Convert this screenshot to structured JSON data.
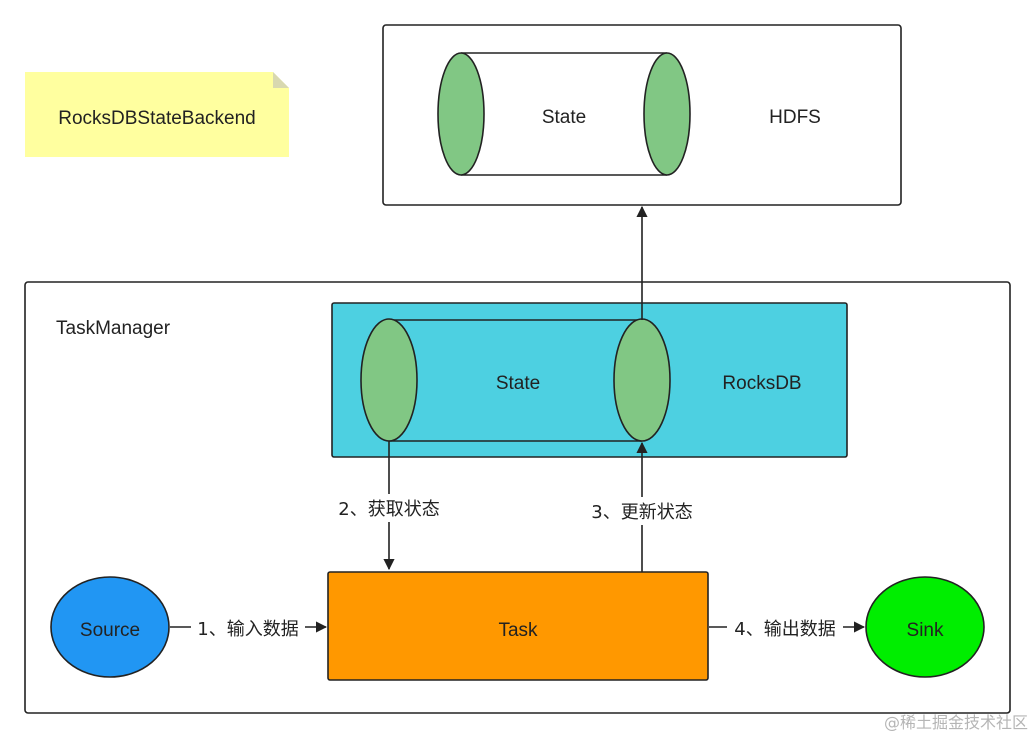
{
  "note": {
    "label": "RocksDBStateBackend",
    "color": "#ffff9f"
  },
  "hdfs_box": {
    "state_label": "State",
    "store_label": "HDFS"
  },
  "task_manager": {
    "label": "TaskManager",
    "rocksdb_box": {
      "state_label": "State",
      "store_label": "RocksDB",
      "color": "#4dd0e1"
    }
  },
  "nodes": {
    "source": {
      "label": "Source",
      "color": "#2196f3"
    },
    "task": {
      "label": "Task",
      "color": "#ff9800"
    },
    "sink": {
      "label": "Sink",
      "color": "#00ee00"
    }
  },
  "cylinder_end_color": "#81c784",
  "edges": {
    "input": "1、输入数据",
    "get_state": "2、获取状态",
    "update_state": "3、更新状态",
    "output": "4、输出数据"
  },
  "watermark": "@稀土掘金技术社区"
}
